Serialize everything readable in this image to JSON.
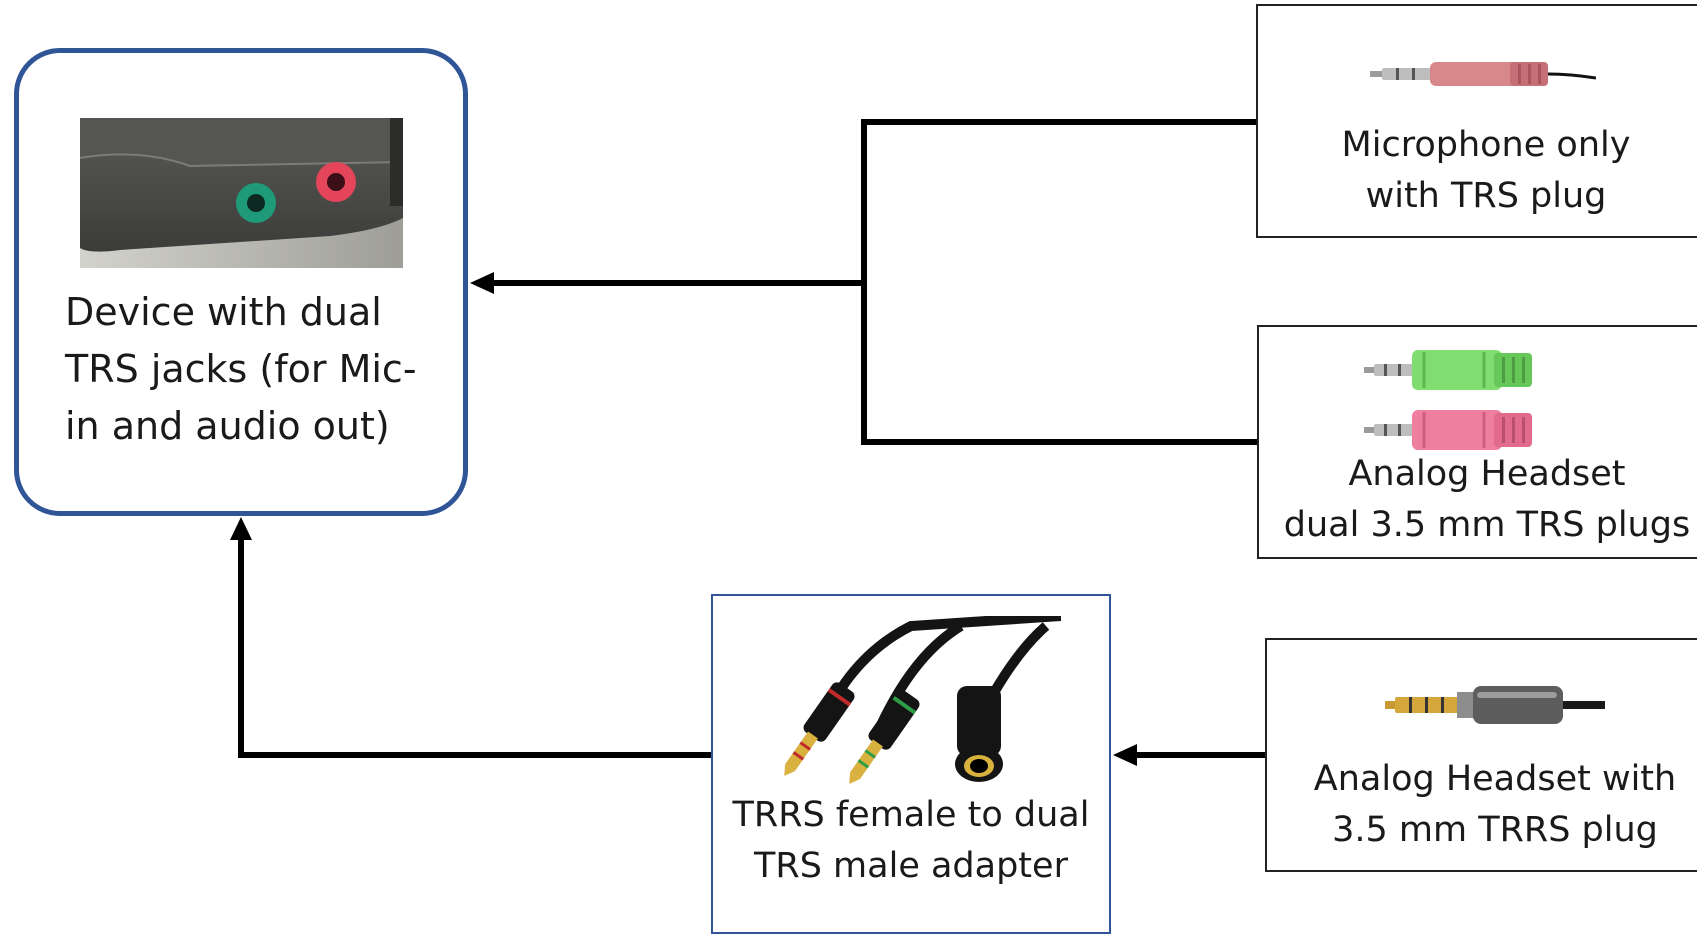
{
  "nodes": {
    "device": {
      "label_lines": [
        "Device with dual",
        "TRS jacks (for Mic-",
        "in and audio out)"
      ],
      "colors": {
        "border": "#2f5597",
        "panel_dark": "#4b4b48",
        "panel_light": "#b7b6b0",
        "jack_green": "#1f9a78",
        "jack_pink": "#e4455b"
      }
    },
    "mic_only": {
      "label_lines": [
        "Microphone only",
        "with TRS plug"
      ],
      "colors": {
        "plug_body": "#d8878b",
        "plug_metal": "#b9b9b9"
      }
    },
    "dual_trs": {
      "label_lines": [
        "Analog Headset",
        "dual 3.5 mm TRS plugs"
      ],
      "colors": {
        "green_plug": "#7fde6f",
        "pink_plug": "#ef7f9f",
        "plug_metal": "#b9b9b9"
      }
    },
    "trrs_headset": {
      "label_lines": [
        "Analog Headset with",
        "3.5 mm TRRS plug"
      ],
      "colors": {
        "plug_body": "#5d5d5d",
        "plug_tip": "#d4a73c"
      }
    },
    "adapter": {
      "label_lines": [
        "TRRS female to dual",
        "TRS male adapter"
      ],
      "colors": {
        "border": "#2f5597",
        "cable": "#141414",
        "plug_tip": "#d9b13f",
        "ring_red": "#c22b2b",
        "ring_green": "#2f9d45"
      }
    }
  },
  "connector_color": "#000000"
}
